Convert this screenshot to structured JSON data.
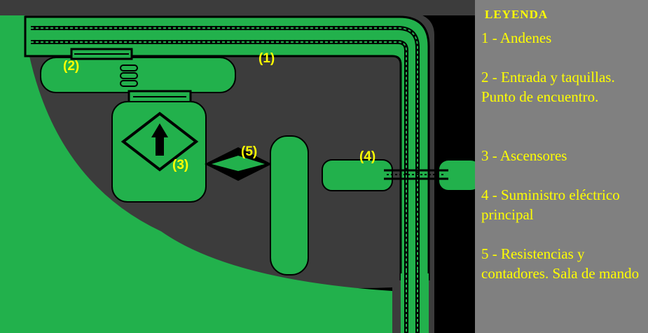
{
  "map": {
    "colors": {
      "background": "#000000",
      "ground": "#3c3c3c",
      "zone": "#22b14c",
      "track": "#000000",
      "label": "#ffff00"
    },
    "labels": [
      "(1)",
      "(2)",
      "(3)",
      "(4)",
      "(5)"
    ],
    "icons": [
      "up-arrow-sign-icon",
      "railway-track-icon",
      "level-crossing-icon"
    ]
  },
  "legend": {
    "title": "LEYENDA",
    "background": "#808080",
    "items": [
      "1 - Andenes",
      "2 - Entrada y taquillas. Punto de encuentro.",
      "3 - Ascensores",
      "4 - Suministro eléctrico principal",
      "5 - Resistencias y contadores. Sala de mando"
    ]
  }
}
